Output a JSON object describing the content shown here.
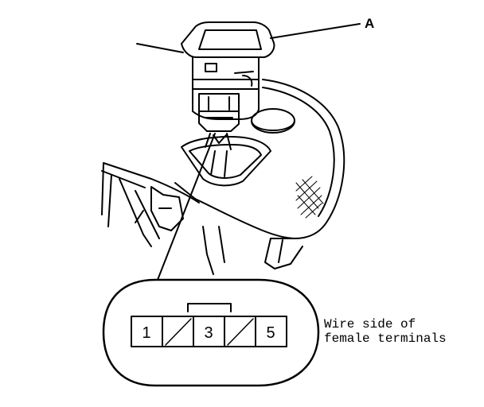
{
  "callout_label": "A",
  "connector": {
    "pins": [
      "1",
      "",
      "3",
      "",
      "5"
    ],
    "note_lines": [
      "Wire side of",
      "female terminals"
    ]
  }
}
